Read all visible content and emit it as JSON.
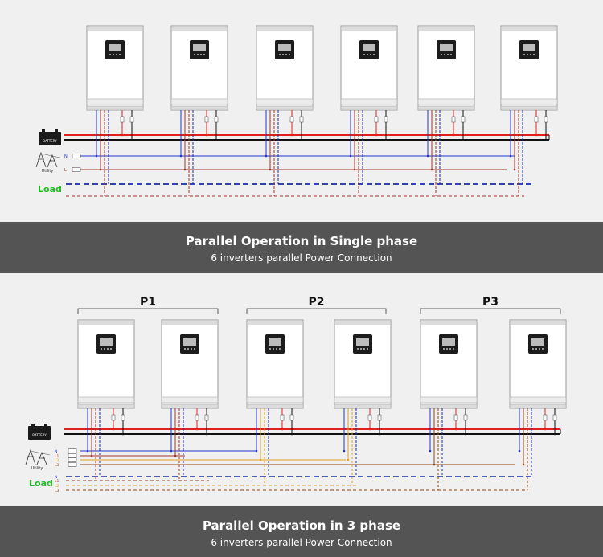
{
  "single_phase": {
    "title": "Parallel Operation in Single phase",
    "subtitle": "6 inverters parallel  Power Connection",
    "battery_label": "BATTERY",
    "utility_label": "Utility",
    "load_label": "Load",
    "line_labels": [
      "N",
      "L"
    ]
  },
  "three_phase": {
    "title": "Parallel Operation in 3 phase",
    "subtitle": "6 inverters parallel  Power Connection",
    "battery_label": "BATTERY",
    "utility_label": "Utility",
    "load_label": "Load",
    "line_labels": [
      "N",
      "L1",
      "L2",
      "L3"
    ],
    "load_line_labels": [
      "N",
      "L1",
      "L2",
      "L3"
    ],
    "groups": [
      "P1",
      "P2",
      "P3"
    ]
  },
  "colors": {
    "positive": "#e02020",
    "negative": "#111111",
    "neutral": "#2233cc",
    "live": "#a0332a",
    "l2": "#e0a020",
    "l3": "#8b4513",
    "load_text": "#22bb22",
    "banner": "#545454"
  }
}
